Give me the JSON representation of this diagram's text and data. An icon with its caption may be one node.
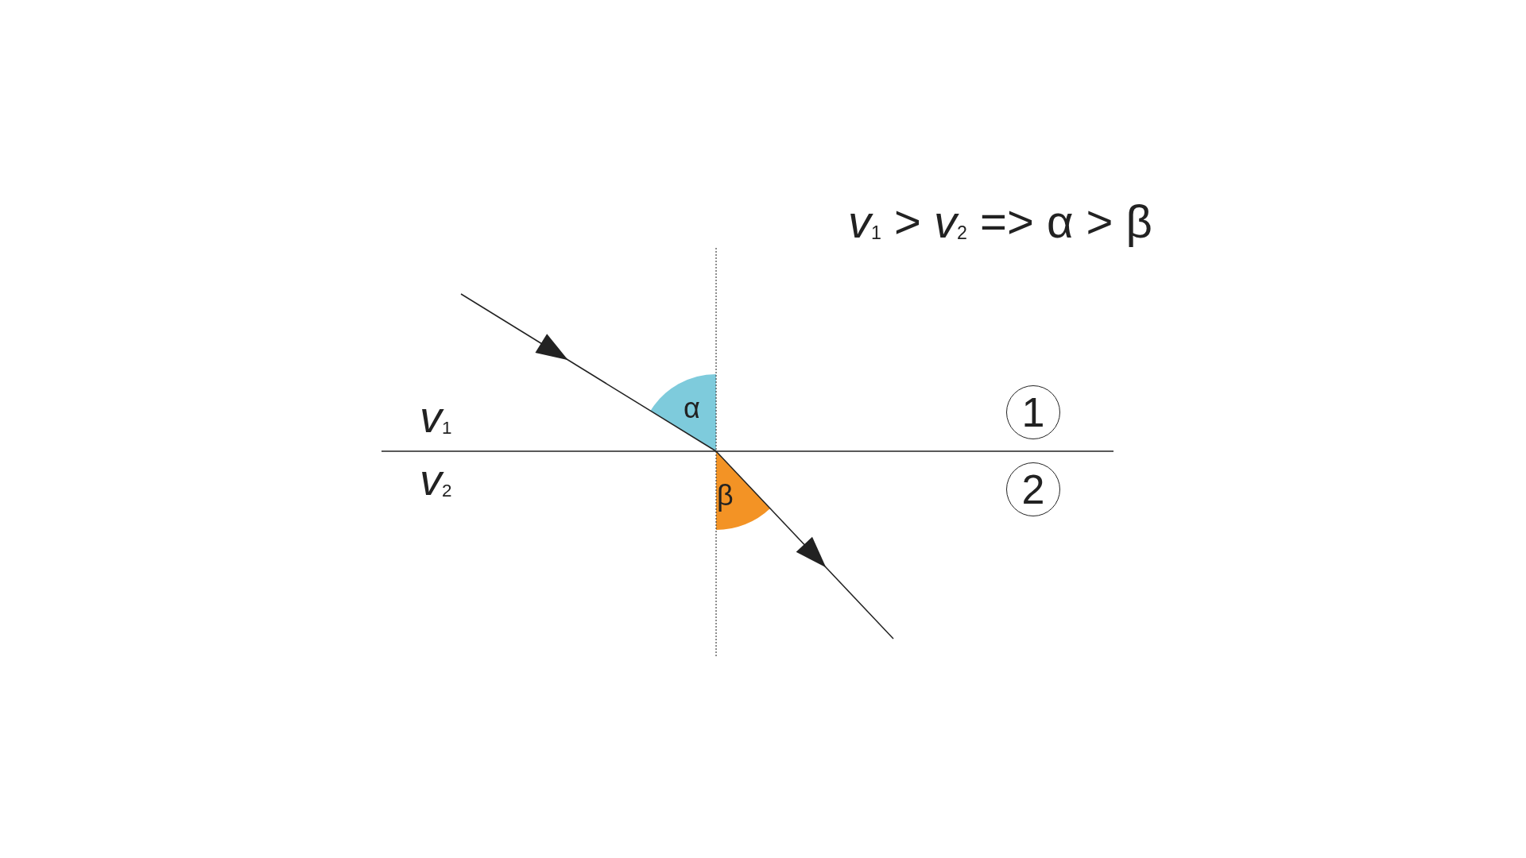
{
  "diagram": {
    "nodes": [
      {
        "text": [
          "1"
        ]
      },
      {
        "text": [
          "2"
        ]
      }
    ],
    "labels": [
      "*v*$_{1}$ > *v*$_{2}$ => α > β",
      "α",
      "*v*$_{1}$",
      "*v*$_{2}$",
      "β"
    ]
  }
}
